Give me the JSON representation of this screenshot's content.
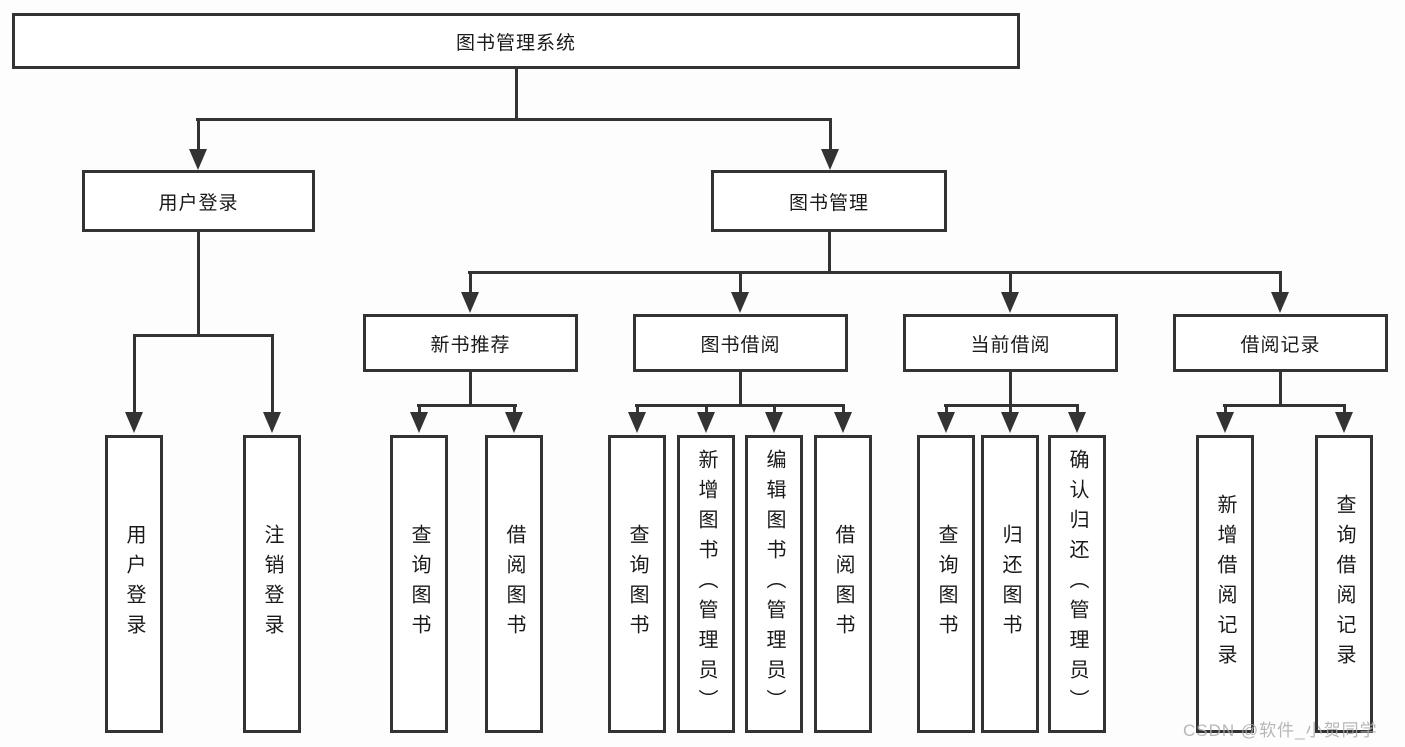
{
  "diagram": {
    "root": {
      "label": "图书管理系统"
    },
    "level2": [
      {
        "label": "用户登录"
      },
      {
        "label": "图书管理"
      }
    ],
    "level3": [
      {
        "label": "新书推荐"
      },
      {
        "label": "图书借阅"
      },
      {
        "label": "当前借阅"
      },
      {
        "label": "借阅记录"
      }
    ],
    "leaves": {
      "user_login": [
        "用户登录",
        "注销登录"
      ],
      "new_book_recommend": [
        "查询图书",
        "借阅图书"
      ],
      "book_borrow": [
        "查询图书",
        "新增图书（管理员）",
        "编辑图书（管理员）",
        "借阅图书"
      ],
      "current_borrow": [
        "查询图书",
        "归还图书",
        "确认归还（管理员）"
      ],
      "borrow_record": [
        "新增借阅记录",
        "查询借阅记录"
      ]
    },
    "watermark": "CSDN @软件_小贺同学",
    "colors": {
      "line": "#333333",
      "border": "#333333",
      "text": "#1a1a1a",
      "background": "#fdfdfd",
      "watermark": "#aaaaaa"
    }
  }
}
